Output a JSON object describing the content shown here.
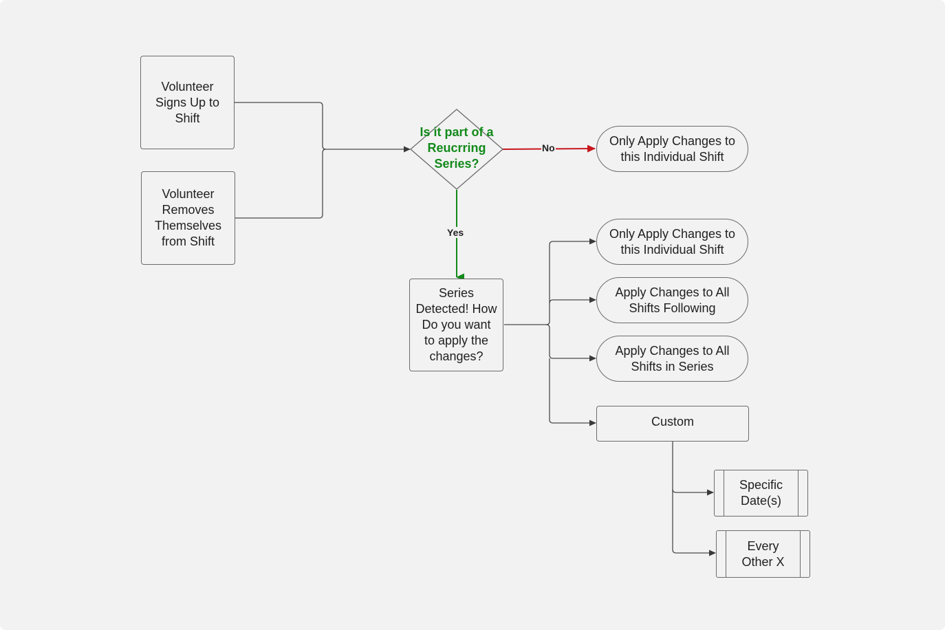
{
  "nodes": {
    "signs_up": "Volunteer Signs Up to Shift",
    "removes": "Volunteer Removes Themselves from Shift",
    "decision": "Is it part of a Reucrring Series?",
    "no_individual": "Only Apply Changes to this Individual Shift",
    "series_detected": "Series Detected! How Do you want to apply the changes?",
    "opt_individual": "Only Apply Changes to this Individual Shift",
    "opt_following": "Apply Changes to All Shifts Following",
    "opt_series": "Apply Changes to All Shifts in Series",
    "custom": "Custom",
    "specific_dates": "Specific Date(s)",
    "every_other": "Every Other X"
  },
  "edges": {
    "no_label": "No",
    "yes_label": "Yes"
  },
  "colors": {
    "no_arrow": "#c8161d",
    "yes_arrow": "#138a1b",
    "line": "#4a4a4a",
    "background": "#f2f2f2"
  }
}
